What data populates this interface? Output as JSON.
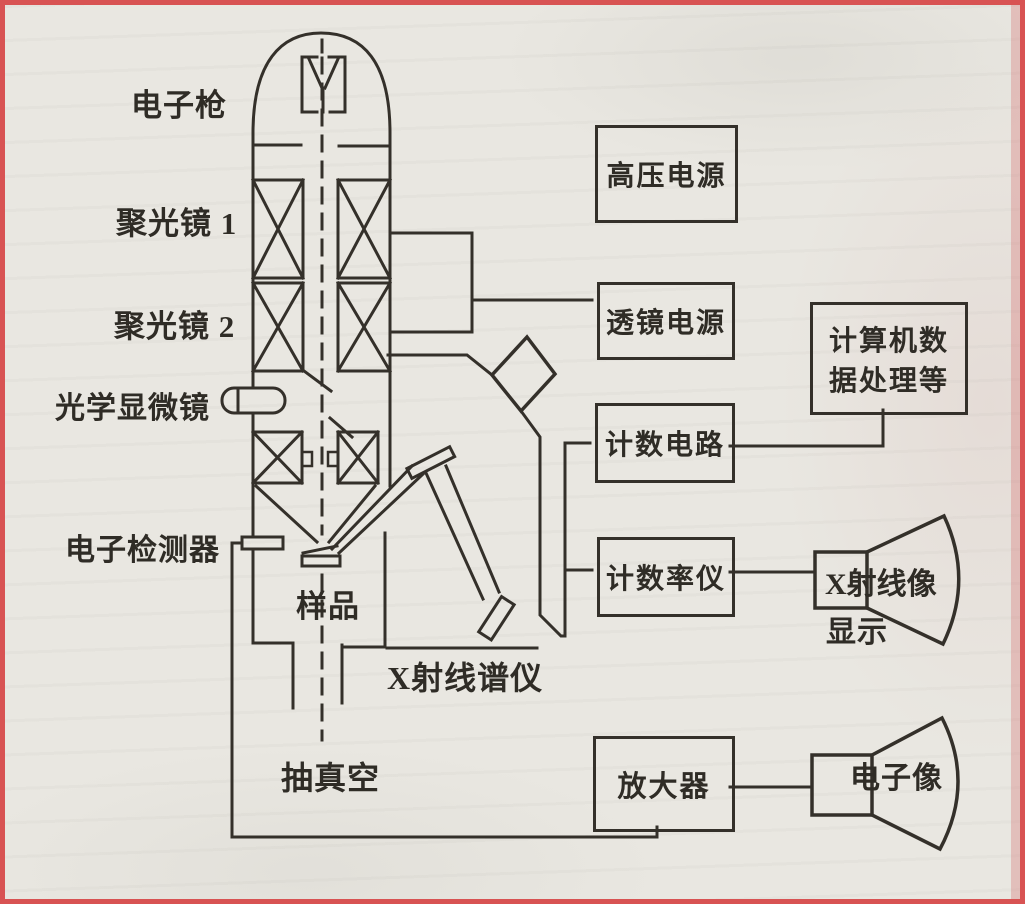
{
  "figure": {
    "labels": {
      "electron_gun": "电子枪",
      "condenser1": "聚光镜 1",
      "condenser2": "聚光镜 2",
      "optical_microscope": "光学显微镜",
      "electron_detector": "电子检测器",
      "sample": "样品",
      "xray_spectrometer": "X射线谱仪",
      "vacuum": "抽真空"
    },
    "boxes": {
      "hv_supply": "高压电源",
      "lens_supply": "透镜电源",
      "counting_circuit": "计数电路",
      "computer_line1": "计算机数",
      "computer_line2": "据处理等",
      "count_rate_meter": "计数率仪",
      "amplifier": "放大器"
    },
    "displays": {
      "xray_image": "X射线像",
      "xray_image_caption": "显示",
      "electron_image": "电子像"
    },
    "colors": {
      "border_red": "#d85353",
      "paper": "#e9e7e1",
      "ink": "#34302a"
    }
  }
}
